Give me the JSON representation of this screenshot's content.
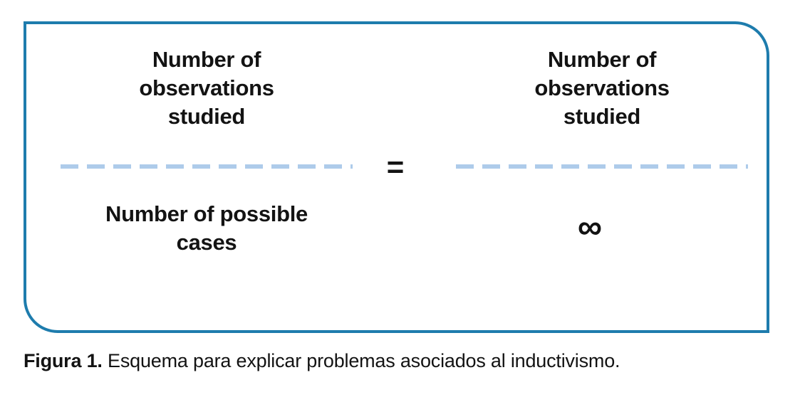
{
  "colors": {
    "frame_border": "#1E7CAD",
    "dash": "#AECBEA",
    "text": "#131313"
  },
  "box": {
    "left_fraction": {
      "numerator_lines": [
        "Number of",
        "observations",
        "studied"
      ],
      "denominator_lines": [
        "Number of possible",
        "cases"
      ]
    },
    "equals_sign": "=",
    "right_fraction": {
      "numerator_lines": [
        "Number of",
        "observations",
        "studied"
      ],
      "denominator_symbol": "∞"
    }
  },
  "caption": {
    "label": "Figura 1.",
    "text": "Esquema para explicar problemas asociados al inductivismo."
  }
}
